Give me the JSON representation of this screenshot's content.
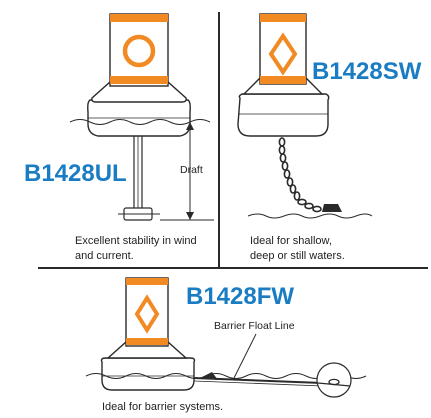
{
  "colors": {
    "accent_orange": "#F28A24",
    "label_blue": "#1A7DC4",
    "line_dark": "#2A2A2A"
  },
  "panels": [
    {
      "id": "ul",
      "model": "B1428UL",
      "icon": "circle-symbol-icon",
      "dimension_label": "Draft",
      "caption": "Excellent stability in wind\nand current."
    },
    {
      "id": "sw",
      "model": "B1428SW",
      "icon": "diamond-symbol-icon",
      "caption": "Ideal for shallow,\ndeep or still waters."
    },
    {
      "id": "fw",
      "model": "B1428FW",
      "icon": "diamond-symbol-icon",
      "callout_label": "Barrier Float Line",
      "caption": "Ideal for barrier systems."
    }
  ]
}
